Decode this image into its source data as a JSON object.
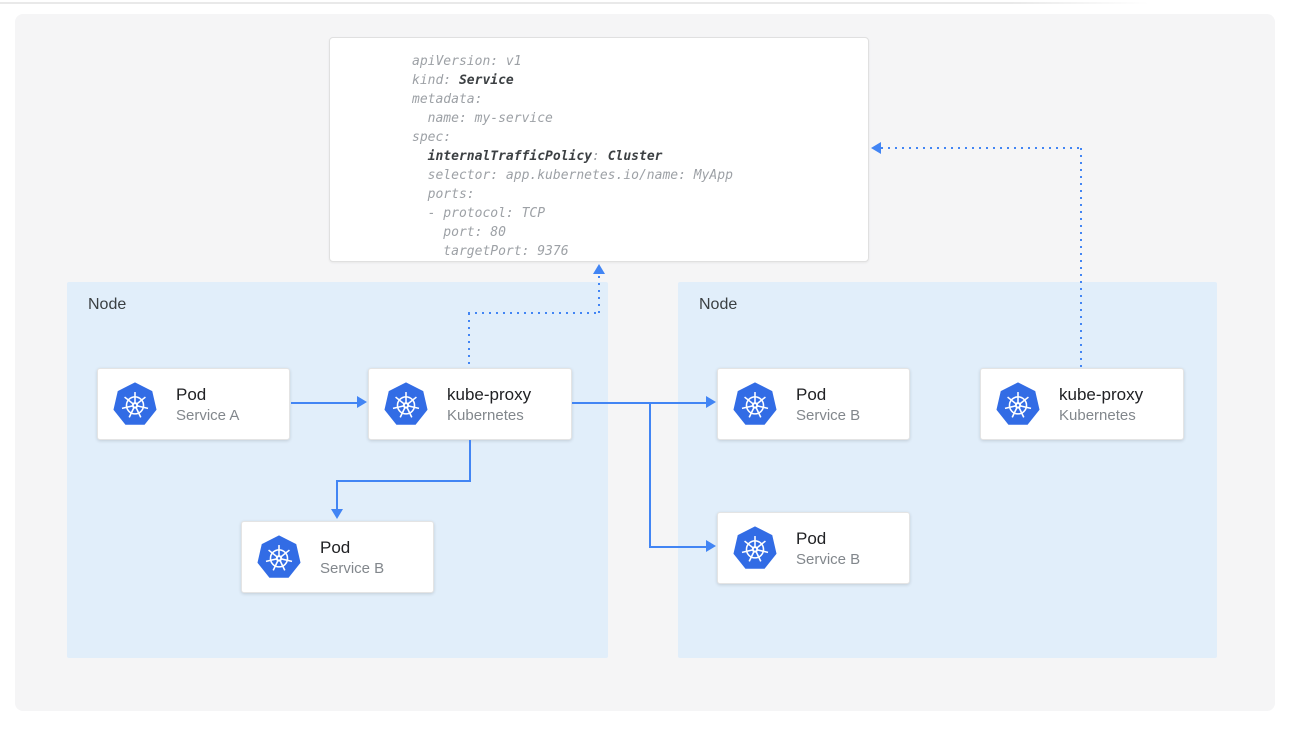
{
  "yaml_box": {
    "lines": [
      [
        {
          "text": "apiVersion: v1"
        }
      ],
      [
        {
          "text": "kind: "
        },
        {
          "text": "Service",
          "bold": true
        }
      ],
      [
        {
          "text": "metadata:"
        }
      ],
      [
        {
          "text": "  name: my-service"
        }
      ],
      [
        {
          "text": "spec:"
        }
      ],
      [
        {
          "text": "  "
        },
        {
          "text": "internalTrafficPolicy",
          "bold": true
        },
        {
          "text": ": "
        },
        {
          "text": "Cluster",
          "bold": true
        }
      ],
      [
        {
          "text": "  selector: app.kubernetes.io/name: MyApp"
        }
      ],
      [
        {
          "text": "  ports:"
        }
      ],
      [
        {
          "text": "  - protocol: TCP"
        }
      ],
      [
        {
          "text": "    port: 80"
        }
      ],
      [
        {
          "text": "    targetPort: 9376"
        }
      ]
    ]
  },
  "nodes": {
    "left": {
      "label": "Node"
    },
    "right": {
      "label": "Node"
    }
  },
  "cards": {
    "pod_a": {
      "title": "Pod",
      "subtitle": "Service A"
    },
    "kube_proxy_left": {
      "title": "kube-proxy",
      "subtitle": "Kubernetes"
    },
    "pod_b_left": {
      "title": "Pod",
      "subtitle": "Service B"
    },
    "pod_b_right_top": {
      "title": "Pod",
      "subtitle": "Service B"
    },
    "kube_proxy_right": {
      "title": "kube-proxy",
      "subtitle": "Kubernetes"
    },
    "pod_b_right_bottom": {
      "title": "Pod",
      "subtitle": "Service B"
    }
  },
  "icons": {
    "kubernetes": "kubernetes-wheel-icon"
  },
  "colors": {
    "kubernetes_blue": "#326ce5",
    "arrow_blue": "#4285f4",
    "node_fill": "#e1eefa",
    "canvas_fill": "#f5f5f6",
    "card_title": "#202124",
    "card_subtitle": "#82878c",
    "yaml_text": "#9da1a6",
    "yaml_bold": "#3c4043"
  }
}
